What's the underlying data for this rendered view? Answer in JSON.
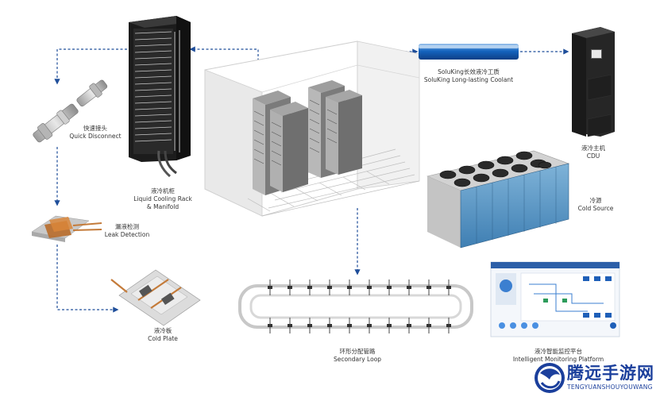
{
  "labels": {
    "quick_disconnect": {
      "zh": "快速接头",
      "en": "Quick Disconnect"
    },
    "rack": {
      "zh": "液冷机柜",
      "en1": "Liquid Cooling Rack",
      "en2": "& Manifold"
    },
    "leak": {
      "zh": "漏液检测",
      "en": "Leak Detection"
    },
    "cold_plate": {
      "zh": "液冷板",
      "en": "Cold Plate"
    },
    "coolant": {
      "zh": "SoluKing长效液冷工质",
      "en": "SoluKing Long-lasting Coolant"
    },
    "cdu": {
      "zh": "液冷主机",
      "en": "CDU"
    },
    "cold_source": {
      "zh": "冷源",
      "en": "Cold Source"
    },
    "secondary_loop": {
      "zh": "环形分配管路",
      "en": "Secondary Loop"
    },
    "monitoring": {
      "zh": "液冷智能监控平台",
      "en": "Intelligent Monitoring Platform"
    }
  },
  "watermark": {
    "title": "腾远手游网",
    "subtitle": "TENGYUANSHOUYOUWANG"
  },
  "colors": {
    "arrow": "#1f4e9a",
    "coolant_bar": "#1565c0",
    "rack": "#222222",
    "watermark": "#1b3f9c"
  }
}
